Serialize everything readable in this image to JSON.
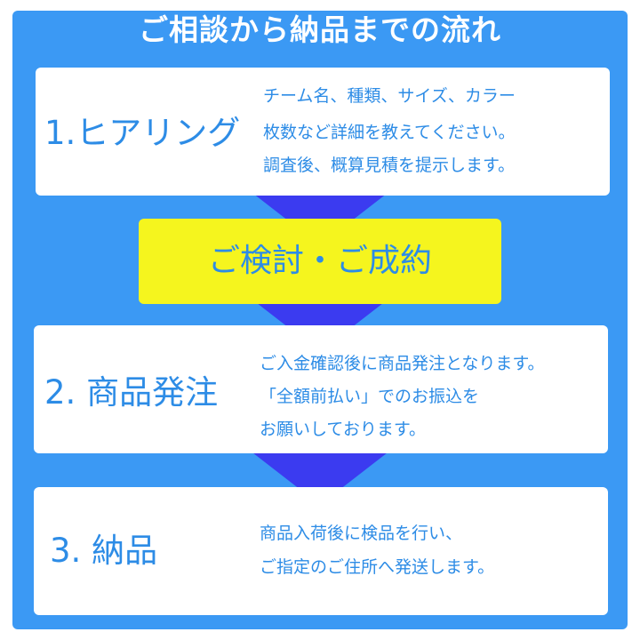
{
  "title": "ご相談から納品までの流れ",
  "steps": [
    {
      "label": "1.ヒアリング",
      "lines": [
        "チーム名、種類、サイズ、カラー",
        "枚数など詳細を教えてください。",
        "調査後、概算見積を提示します。"
      ]
    },
    {
      "label": "2. 商品発注",
      "lines": [
        "ご入金確認後に商品発注となります。",
        "「全額前払い」でのお振込を",
        "お願いしております。"
      ]
    },
    {
      "label": "3. 納品",
      "lines": [
        "商品入荷後に検品を行い、",
        "ご指定のご住所へ発送します。"
      ]
    }
  ],
  "decision": {
    "label": "ご検討・ご成約"
  },
  "colors": {
    "frame": "#3b99f4",
    "arrow": "#3b3bf0",
    "highlight": "#f5f51e",
    "text": "#2d8ce6"
  }
}
